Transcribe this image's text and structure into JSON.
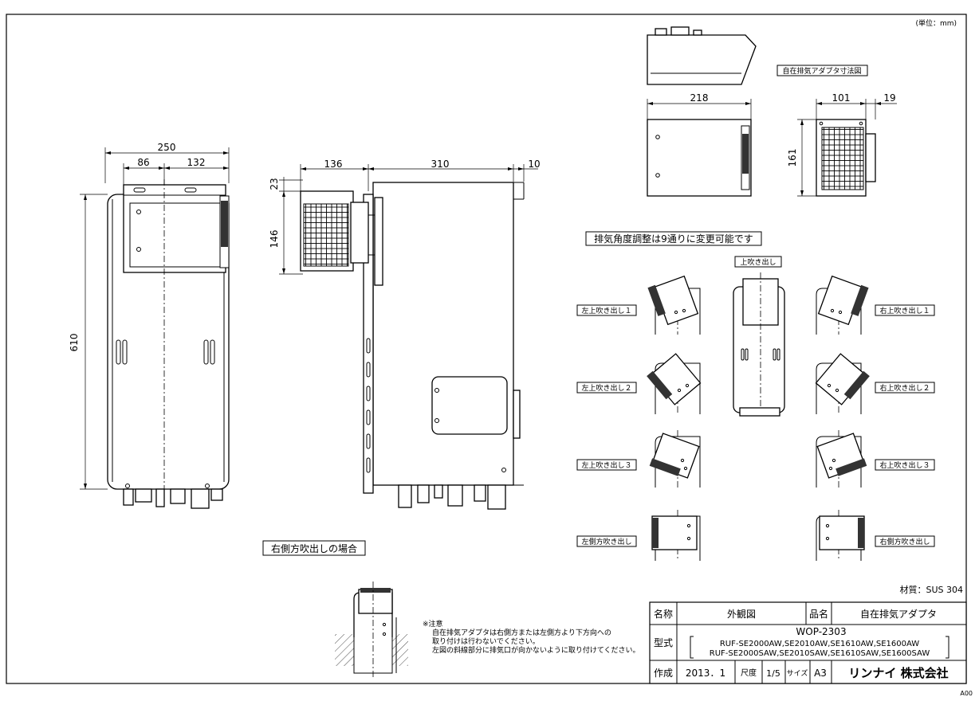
{
  "unit_note": "(単位：mm)",
  "adapter_title": "自在排気アダプタ寸法図",
  "angle_note": "排気角度調整は9通りに変更可能です",
  "side_note": "右側方吹出しの場合",
  "material": "材質：SUS 304",
  "dims": {
    "front_width": "250",
    "front_left": "86",
    "front_right": "132",
    "front_height": "610",
    "side_adapter_depth": "136",
    "side_body_depth": "310",
    "side_rear": "10",
    "side_top": "23",
    "side_adapter_h": "146",
    "adp_width": "218",
    "adp_front": "101",
    "adp_offset": "19",
    "adp_height": "161"
  },
  "directions": {
    "top": "上吹き出し",
    "left1": "左上吹き出し１",
    "left2": "左上吹き出し２",
    "left3": "左上吹き出し３",
    "left_side": "左側方吹き出し",
    "right1": "右上吹き出し１",
    "right2": "右上吹き出し２",
    "right3": "右上吹き出し３",
    "right_side": "右側方吹き出し"
  },
  "caution": {
    "title": "※注意",
    "line1": "自在排気アダプタは右側方または左側方より下方向への",
    "line2": "取り付けは行わないでください。",
    "line3": "左図の斜線部分に排気口が向かないように取り付けてください。"
  },
  "title_block": {
    "name_label": "名称",
    "name_value": "外観図",
    "product_label": "品名",
    "product_value": "自在排気アダプタ",
    "model_label": "型式",
    "model_number": "WOP-2303",
    "model_line1": "RUF-SE2000AW,SE2010AW,SE1610AW,SE1600AW",
    "model_line2": "RUF-SE2000SAW,SE2010SAW,SE1610SAW,SE1600SAW",
    "created_label": "作成",
    "created_value": "2013．1",
    "scale_label": "尺度",
    "scale_value": "1/5",
    "size_label": "サイズ",
    "size_value": "A3",
    "company": "リンナイ 株式会社"
  },
  "sheet_code": "A00"
}
